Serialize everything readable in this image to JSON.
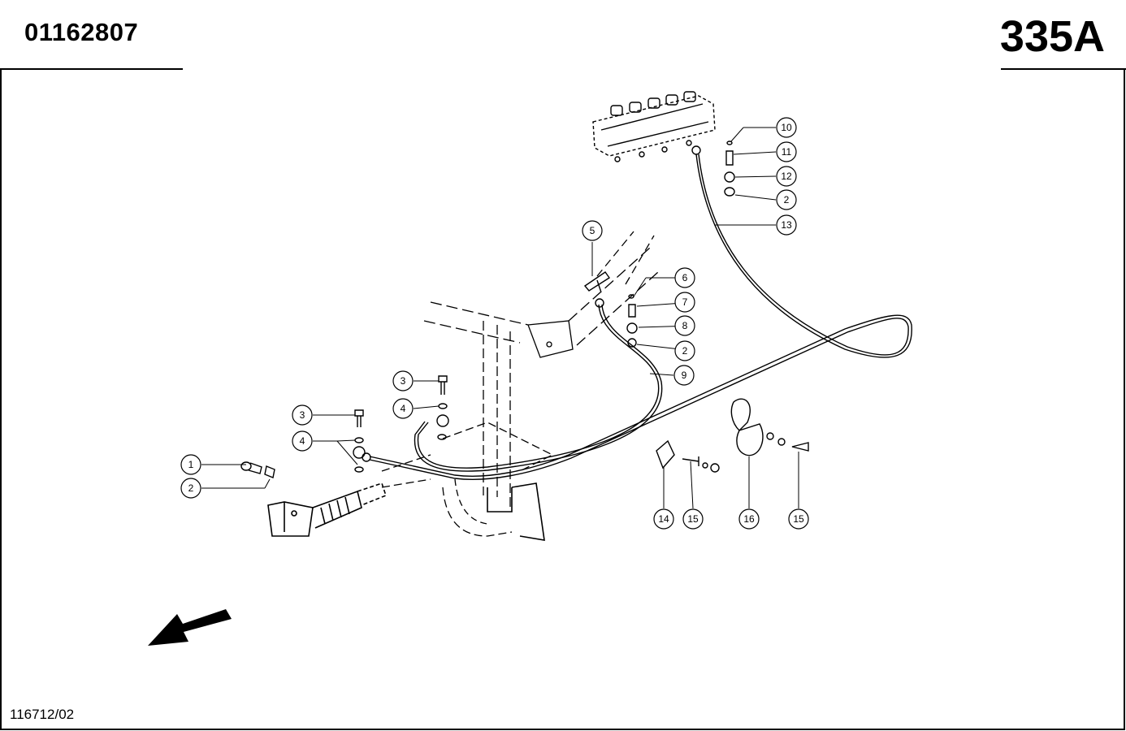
{
  "header": {
    "part_number": "01162807",
    "page_id": "335A"
  },
  "footer": {
    "drawing_ref": "116712/02"
  },
  "callouts": [
    {
      "num": "1"
    },
    {
      "num": "2"
    },
    {
      "num": "3"
    },
    {
      "num": "4"
    },
    {
      "num": "3"
    },
    {
      "num": "4"
    },
    {
      "num": "5"
    },
    {
      "num": "6"
    },
    {
      "num": "7"
    },
    {
      "num": "8"
    },
    {
      "num": "2"
    },
    {
      "num": "9"
    },
    {
      "num": "10"
    },
    {
      "num": "11"
    },
    {
      "num": "12"
    },
    {
      "num": "2"
    },
    {
      "num": "13"
    },
    {
      "num": "14"
    },
    {
      "num": "15"
    },
    {
      "num": "16"
    },
    {
      "num": "15"
    }
  ],
  "icons": {
    "direction": "direction-arrow-icon"
  }
}
